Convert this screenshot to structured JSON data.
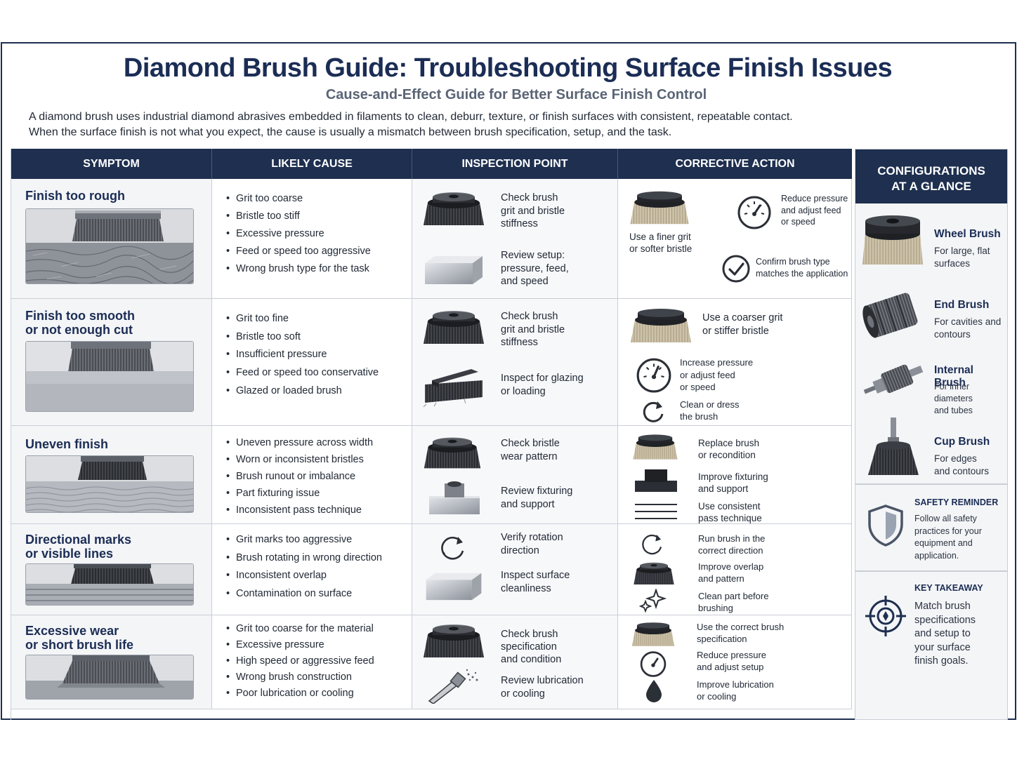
{
  "header": {
    "title": "Diamond Brush Guide: Troubleshooting Surface Finish Issues",
    "subtitle": "Cause-and-Effect Guide for Better Surface Finish Control",
    "intro_line1": "A diamond brush uses industrial diamond abrasives embedded in filaments to clean, deburr, texture, or finish surfaces with consistent, repeatable contact.",
    "intro_line2": "When the surface finish is not what you expect, the cause is usually a mismatch between brush specification, setup, and the task."
  },
  "columns": [
    "SYMPTOM",
    "LIKELY CAUSE",
    "INSPECTION POINT",
    "CORRECTIVE ACTION"
  ],
  "rows": [
    {
      "symptom": [
        "Finish too rough"
      ],
      "causes": [
        "Grit too coarse",
        "Bristle too stiff",
        "Excessive pressure",
        "Feed or speed too aggressive",
        "Wrong brush type for the task"
      ],
      "inspections": [
        {
          "icon": "wheel-brush-icon",
          "text": [
            "Check brush",
            "grit and bristle",
            "stiffness"
          ]
        },
        {
          "icon": "metal-block-icon",
          "text": [
            "Review setup:",
            "pressure, feed,",
            "and speed"
          ]
        }
      ],
      "actions": [
        {
          "icon": "tan-brush-icon",
          "text": [
            "Use a finer grit",
            "or softer bristle"
          ]
        },
        {
          "icon": "gauge-icon",
          "text": [
            "Reduce pressure",
            "and adjust feed",
            "or speed"
          ]
        },
        {
          "icon": "checkmark-icon",
          "text": [
            "Confirm brush type",
            "matches the application"
          ]
        }
      ]
    },
    {
      "symptom": [
        "Finish too smooth",
        "or not enough cut"
      ],
      "causes": [
        "Grit too fine",
        "Bristle too soft",
        "Insufficient pressure",
        "Feed or speed too conservative",
        "Glazed or loaded brush"
      ],
      "inspections": [
        {
          "icon": "wheel-brush-icon",
          "text": [
            "Check brush",
            "grit and bristle",
            "stiffness"
          ]
        },
        {
          "icon": "worn-brush-icon",
          "text": [
            "Inspect for glazing",
            "or loading"
          ]
        }
      ],
      "actions": [
        {
          "icon": "tan-brush-icon",
          "text": [
            "Use a coarser grit",
            "or stiffer bristle"
          ]
        },
        {
          "icon": "gauge-icon",
          "text": [
            "Increase pressure",
            "or adjust feed",
            "or speed"
          ]
        },
        {
          "icon": "refresh-icon",
          "text": [
            "Clean or dress",
            "the brush"
          ]
        }
      ]
    },
    {
      "symptom": [
        "Uneven finish"
      ],
      "causes": [
        "Uneven pressure across width",
        "Worn or inconsistent bristles",
        "Brush runout or imbalance",
        "Part fixturing issue",
        "Inconsistent pass technique"
      ],
      "inspections": [
        {
          "icon": "wheel-brush-icon",
          "text": [
            "Check bristle",
            "wear pattern"
          ]
        },
        {
          "icon": "fixture-icon",
          "text": [
            "Review fixturing",
            "and support"
          ]
        }
      ],
      "actions": [
        {
          "icon": "tan-brush-icon",
          "text": [
            "Replace brush",
            "or recondition"
          ]
        },
        {
          "icon": "fixture-icon",
          "text": [
            "Improve fixturing",
            "and support"
          ]
        },
        {
          "icon": "lines-icon",
          "text": [
            "Use consistent",
            "pass technique"
          ]
        }
      ]
    },
    {
      "symptom": [
        "Directional marks",
        "or visible lines"
      ],
      "causes": [
        "Grit marks too aggressive",
        "Brush rotating in wrong direction",
        "Inconsistent overlap",
        "Contamination on surface"
      ],
      "inspections": [
        {
          "icon": "rotation-icon",
          "text": [
            "Verify rotation",
            "direction"
          ]
        },
        {
          "icon": "metal-block-icon",
          "text": [
            "Inspect surface",
            "cleanliness"
          ]
        }
      ],
      "actions": [
        {
          "icon": "rotation-icon",
          "text": [
            "Run brush in the",
            "correct direction"
          ]
        },
        {
          "icon": "wheel-brush-icon",
          "text": [
            "Improve overlap",
            "and pattern"
          ]
        },
        {
          "icon": "sparkle-icon",
          "text": [
            "Clean part before",
            "brushing"
          ]
        }
      ]
    },
    {
      "symptom": [
        "Excessive wear",
        "or short brush life"
      ],
      "causes": [
        "Grit too coarse for the material",
        "Excessive pressure",
        "High speed or aggressive feed",
        "Wrong brush construction",
        "Poor lubrication or cooling"
      ],
      "inspections": [
        {
          "icon": "wheel-brush-icon",
          "text": [
            "Check brush",
            "specification",
            "and condition"
          ]
        },
        {
          "icon": "spray-nozzle-icon",
          "text": [
            "Review lubrication",
            "or cooling"
          ]
        }
      ],
      "actions": [
        {
          "icon": "tan-brush-icon",
          "text": [
            "Use the correct brush",
            "specification"
          ]
        },
        {
          "icon": "gauge-icon",
          "text": [
            "Reduce pressure",
            "and adjust setup"
          ]
        },
        {
          "icon": "drop-icon",
          "text": [
            "Improve lubrication",
            "or cooling"
          ]
        }
      ]
    }
  ],
  "sidebar": {
    "heading": [
      "CONFIGURATIONS",
      "AT A GLANCE"
    ],
    "configs": [
      {
        "icon": "wheel-brush-icon",
        "name": "Wheel Brush",
        "desc": [
          "For large, flat",
          "surfaces"
        ]
      },
      {
        "icon": "end-brush-icon",
        "name": "End Brush",
        "desc": [
          "For cavities and",
          "contours"
        ]
      },
      {
        "icon": "internal-brush-icon",
        "name": "Internal Brush",
        "desc": [
          "For inner diameters",
          "and tubes"
        ]
      },
      {
        "icon": "cup-brush-icon",
        "name": "Cup Brush",
        "desc": [
          "For edges",
          "and contours"
        ]
      }
    ],
    "safety": {
      "label": "SAFETY REMINDER",
      "text": [
        "Follow all safety",
        "practices for your",
        "equipment and",
        "application."
      ]
    },
    "takeaway": {
      "label": "KEY TAKEAWAY",
      "text": [
        "Match brush",
        "specifications",
        "and setup to",
        "your surface",
        "finish goals."
      ]
    }
  },
  "colors": {
    "navy": "#1e2f4f",
    "title": "#1b2d55",
    "border": "#c9ced6"
  }
}
